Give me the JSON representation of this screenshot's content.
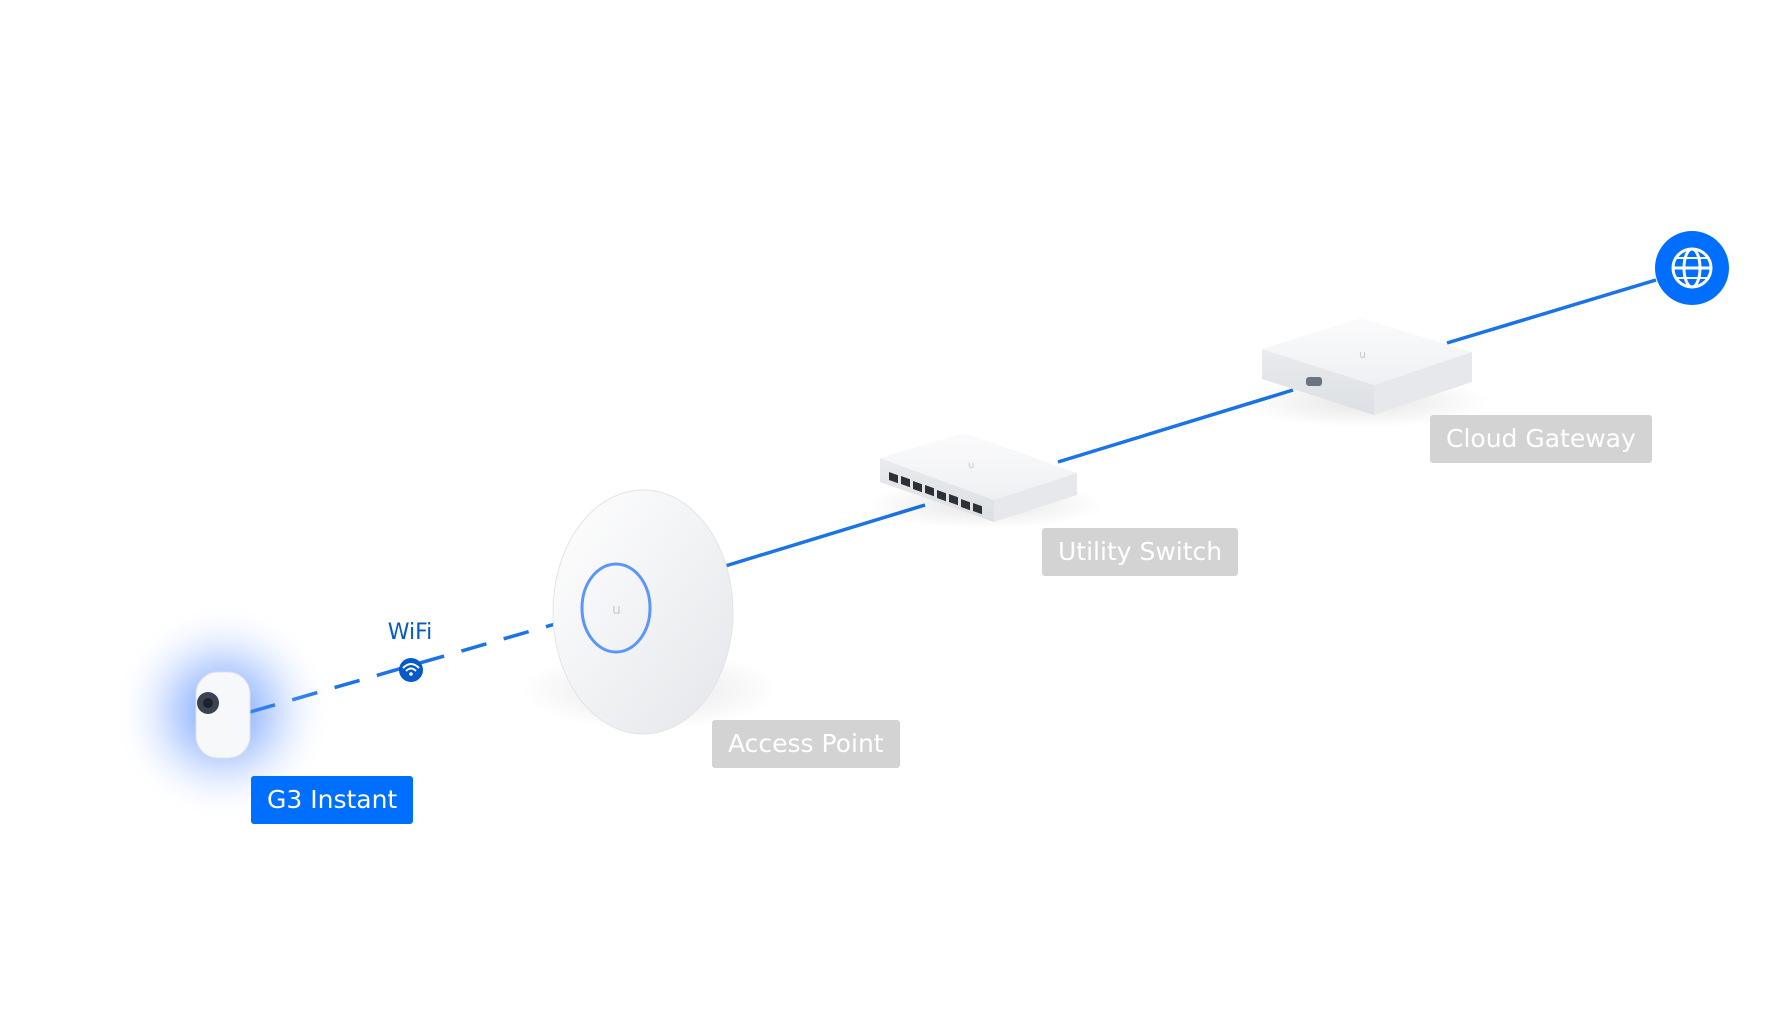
{
  "devices": {
    "camera": {
      "label": "G3 Instant"
    },
    "access_point": {
      "label": "Access Point"
    },
    "switch": {
      "label": "Utility Switch"
    },
    "gateway": {
      "label": "Cloud Gateway"
    }
  },
  "links": {
    "wireless": {
      "label": "WiFi"
    }
  },
  "colors": {
    "accent": "#006fff",
    "link": "#1a73e8",
    "wifi_text": "#0559c9",
    "label_muted": "#d3d3d3"
  },
  "icons": {
    "internet": "globe-icon",
    "wireless": "wifi-icon"
  }
}
